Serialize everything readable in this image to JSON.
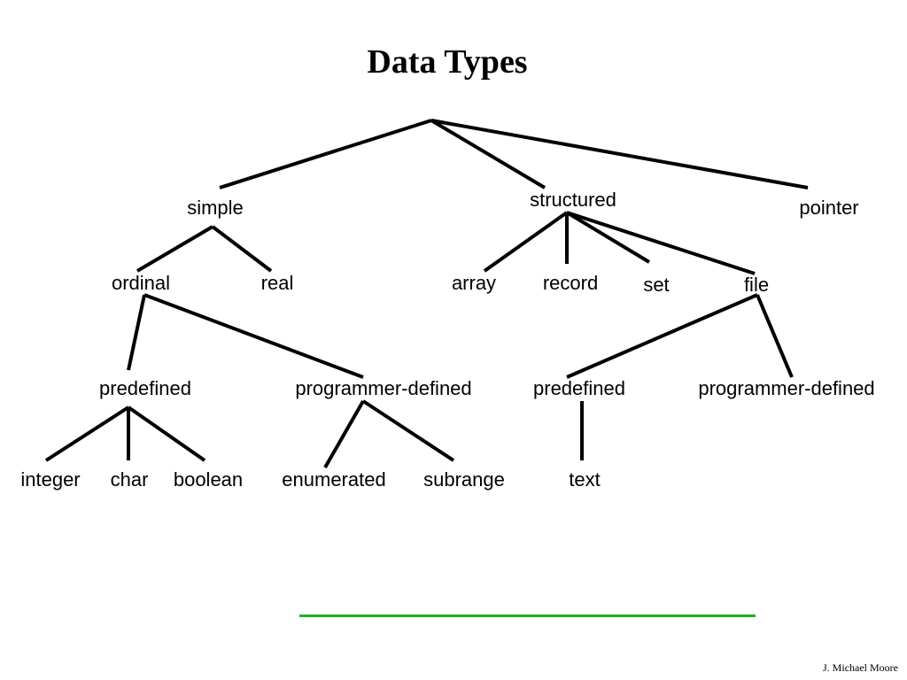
{
  "title": "Data Types",
  "author": "J. Michael Moore",
  "colors": {
    "text": "#000000",
    "edges": "#000000",
    "rule": "#1db224",
    "background": "#ffffff"
  },
  "tree": {
    "root": "Data Types",
    "level1": {
      "simple": "simple",
      "structured": "structured",
      "pointer": "pointer"
    },
    "simple_children": {
      "ordinal": "ordinal",
      "real": "real"
    },
    "structured_children": {
      "array": "array",
      "record": "record",
      "set": "set",
      "file": "file"
    },
    "ordinal_children": {
      "predefined": "predefined",
      "programmer_defined": "programmer-defined"
    },
    "file_children": {
      "predefined": "predefined",
      "programmer_defined": "programmer-defined"
    },
    "ordinal_predefined_children": {
      "integer": "integer",
      "char": "char",
      "boolean": "boolean"
    },
    "ordinal_programmer_defined_children": {
      "enumerated": "enumerated",
      "subrange": "subrange"
    },
    "file_predefined_children": {
      "text": "text"
    }
  }
}
